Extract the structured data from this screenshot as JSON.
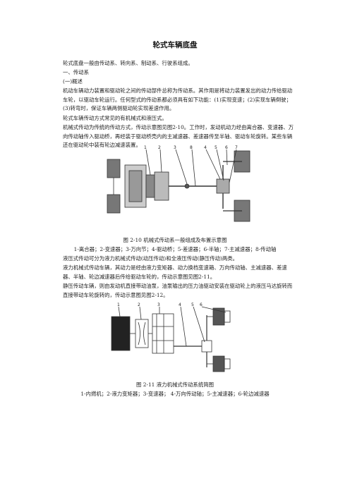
{
  "title": "轮式车辆底盘",
  "intro": "轮式底盘一般由传动系、转向系、制动系、行驶系组成。",
  "section1": "一、传动系",
  "subsection1": "(一)概述",
  "para1": "机动车辆动力装置和驱动轮之间的传动部件总称为传动系。其作用是将动力装置发出的动力传给驱动车轮，以驱动车轮运行。任何型式的传动系都必须具有如下功能：(1)实现变速；(2)实现车辆倒驶；(3)转弯时，保证车辆两侧驱动轮实现差速作用。",
  "para2": "轮式车辆传动方式常见的有机械式和液压式。",
  "para3": "机械式传动为传统的传动方式，传动示意图见图2-10。工作时，发动机动力经由离合器、变速器、万向传动轴传入驱动桥，再经装于驱动桥壳内的主减速器、差速器传至半轴、驱动车轮旋转。某些车辆还在驱动轮中装有轮边减速装置。",
  "fig1_caption": "图 2-10    机械式传动系一般组成及布置示意图",
  "fig1_legend": "1-离合器；2-变速器；3-万向节；4-驱动桥；5-差速器；6-半轴；7-主减速器；8-传动轴",
  "para4": "液压式传动可分为液力机械式传动(动压传动)和全液压传动(静压传动)两类。",
  "para5": "液力机械式传动车辆，其动力是经由液力变矩器、动力换档变速箱、万向传动轴、主减速器、差速器、半轴、轮边减速器后传给驱动车轮的，传动示意图见图2-11。",
  "para6": "静压传动车辆，则由发动机直接带动油泵，油泵输出的压力油驱动安装在驱动轮上的液压马达旋转而直接带动车轮旋转的，传动示意图见图2-12。",
  "fig2_caption": "图 2-11    液力机械式传动系统简图",
  "fig2_legend": "1-内燃机；2-液力变矩器；3-变速器；  4-万向传动轴；5-主减速器；6-轮边减速器",
  "fig1_labels": [
    "1",
    "2",
    "3",
    "4",
    "5",
    "6",
    "7",
    "8"
  ],
  "fig2_labels": [
    "1",
    "2",
    "3",
    "4",
    "5",
    "6"
  ]
}
